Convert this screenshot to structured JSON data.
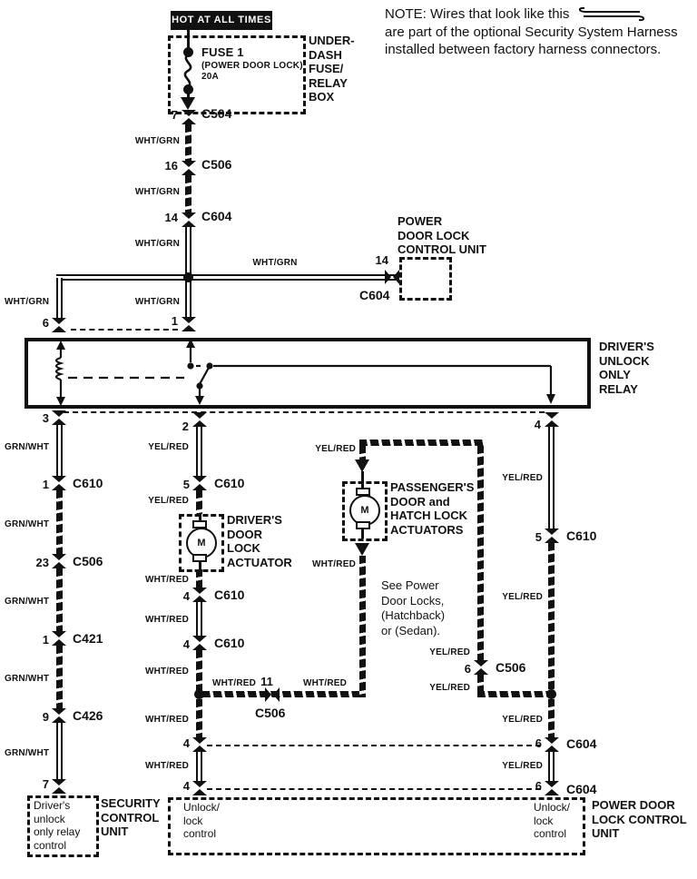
{
  "banner": {
    "text": "HOT AT ALL TIMES"
  },
  "note": {
    "l1": "NOTE: Wires that look like this",
    "l2": "are part of the optional Security System Harness",
    "l3": "installed between factory harness connectors."
  },
  "fuse": {
    "name": "FUSE 1",
    "desc": "(POWER DOOR LOCK)",
    "rating": "20A"
  },
  "wire_colors": {
    "wht_grn": "WHT/GRN",
    "grn_wht": "GRN/WHT",
    "yel_red": "YEL/RED",
    "wht_red": "WHT/RED"
  },
  "labels": {
    "underdash": "UNDER-\nDASH\nFUSE/\nRELAY\nBOX",
    "pdl_unit_top": "POWER\nDOOR LOCK\nCONTROL UNIT",
    "relay": "DRIVER'S\nUNLOCK\nONLY\nRELAY",
    "driver_act": "DRIVER'S\nDOOR\nLOCK\nACTUATOR",
    "pass_act": "PASSENGER'S\nDOOR and\nHATCH LOCK\nACTUATORS",
    "see_power": "See Power\nDoor Locks,\n(Hatchback)\nor (Sedan).",
    "security_unit": "SECURITY\nCONTROL\nUNIT",
    "pdl_unit_bottom": "POWER DOOR\nLOCK CONTROL\nUNIT",
    "driver_unlock_ctrl": "Driver's\nunlock\nonly relay\ncontrol",
    "unlock_lock": "Unlock/\nlock\ncontrol",
    "motor": "M"
  },
  "connectors": {
    "c504_7": {
      "pin": "7",
      "name": "C504"
    },
    "c506_16": {
      "pin": "16",
      "name": "C506"
    },
    "c604_14": {
      "pin": "14",
      "name": "C604"
    },
    "c604_14b": {
      "pin": "14",
      "name": "C604"
    },
    "relay_pin6": {
      "pin": "6"
    },
    "relay_pin1": {
      "pin": "1"
    },
    "relay_pin3": {
      "pin": "3"
    },
    "relay_pin2": {
      "pin": "2"
    },
    "relay_pin4": {
      "pin": "4"
    },
    "c610_1": {
      "pin": "1",
      "name": "C610"
    },
    "c506_23": {
      "pin": "23",
      "name": "C506"
    },
    "c421_1": {
      "pin": "1",
      "name": "C421"
    },
    "c426_9": {
      "pin": "9",
      "name": "C426"
    },
    "scu_pin7": {
      "pin": "7"
    },
    "c610_5": {
      "pin": "5",
      "name": "C610"
    },
    "c610_4a": {
      "pin": "4",
      "name": "C610"
    },
    "c610_4b": {
      "pin": "4",
      "name": "C610"
    },
    "c506_11": {
      "pin": "11",
      "name": "C506"
    },
    "mid_pin4a": {
      "pin": "4"
    },
    "mid_pin4b": {
      "pin": "4"
    },
    "c610_5r": {
      "pin": "5",
      "name": "C610"
    },
    "c506_6": {
      "pin": "6",
      "name": "C506"
    },
    "c604_6a": {
      "pin": "6",
      "name": "C604"
    },
    "c604_6b": {
      "pin": "6",
      "name": "C604"
    }
  }
}
